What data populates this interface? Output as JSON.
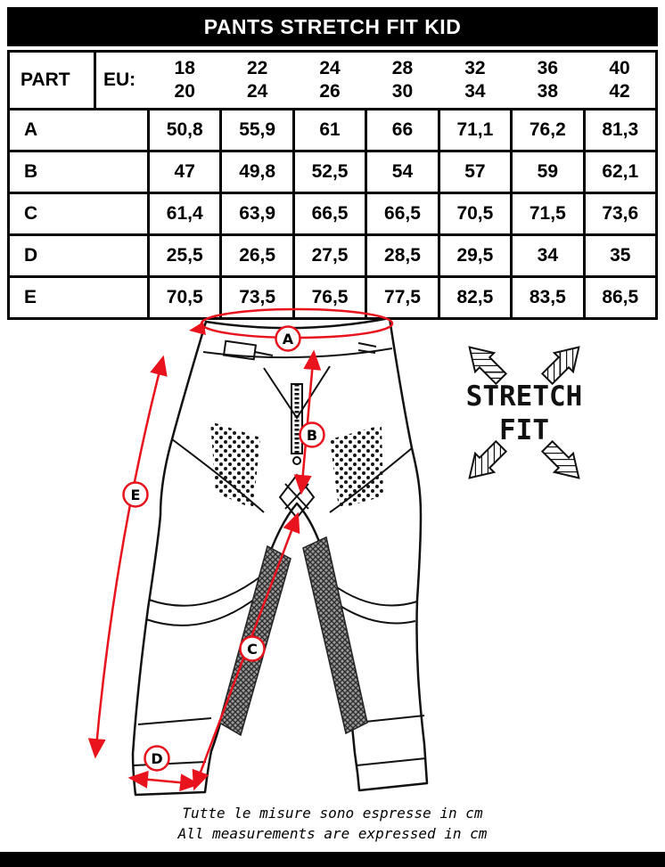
{
  "title": "PANTS STRETCH FIT KID",
  "table": {
    "part_label": "PART",
    "eu_label": "EU:",
    "sizes": [
      [
        "18",
        "20"
      ],
      [
        "22",
        "24"
      ],
      [
        "24",
        "26"
      ],
      [
        "28",
        "30"
      ],
      [
        "32",
        "34"
      ],
      [
        "36",
        "38"
      ],
      [
        "40",
        "42"
      ]
    ],
    "rows": [
      {
        "part": "A",
        "values": [
          "50,8",
          "55,9",
          "61",
          "66",
          "71,1",
          "76,2",
          "81,3"
        ]
      },
      {
        "part": "B",
        "values": [
          "47",
          "49,8",
          "52,5",
          "54",
          "57",
          "59",
          "62,1"
        ]
      },
      {
        "part": "C",
        "values": [
          "61,4",
          "63,9",
          "66,5",
          "66,5",
          "70,5",
          "71,5",
          "73,6"
        ]
      },
      {
        "part": "D",
        "values": [
          "25,5",
          "26,5",
          "27,5",
          "28,5",
          "29,5",
          "34",
          "35"
        ]
      },
      {
        "part": "E",
        "values": [
          "70,5",
          "73,5",
          "76,5",
          "77,5",
          "82,5",
          "83,5",
          "86,5"
        ]
      }
    ]
  },
  "diagram": {
    "labels": [
      "A",
      "B",
      "C",
      "D",
      "E"
    ],
    "stretch_fit_line1": "STRETCH",
    "stretch_fit_line2": "FIT"
  },
  "footer": {
    "line_it": "Tutte le misure sono espresse in cm",
    "line_en": "All measurements are expressed in cm"
  },
  "colors": {
    "accent_red": "#e8131c",
    "black": "#000000"
  }
}
